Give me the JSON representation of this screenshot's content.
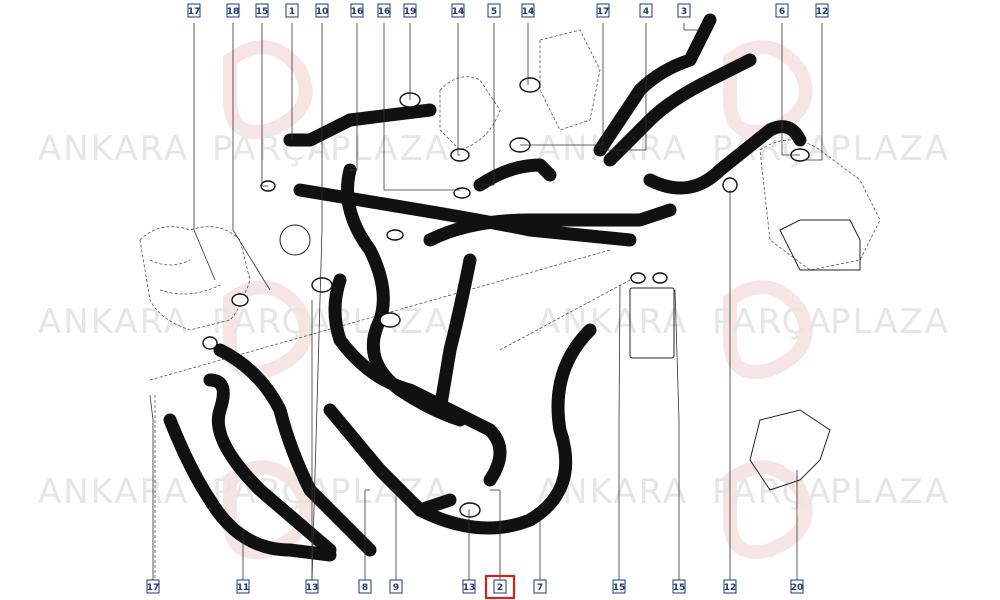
{
  "watermark": {
    "words": [
      "ANKARA",
      "PARÇA",
      "PLAZA"
    ],
    "color": "#e6e6e6"
  },
  "diagram": {
    "callout_box_color": "#1a3a7a",
    "highlight_color": "#d42020",
    "highlighted_label": "2",
    "top_labels": [
      "17",
      "18",
      "15",
      "1",
      "10",
      "16",
      "16",
      "19",
      "14",
      "5",
      "14",
      "17",
      "4",
      "3",
      "6",
      "12"
    ],
    "bottom_labels": [
      "17",
      "11",
      "13",
      "8",
      "9",
      "13",
      "2",
      "7",
      "15",
      "15",
      "12",
      "20"
    ]
  }
}
